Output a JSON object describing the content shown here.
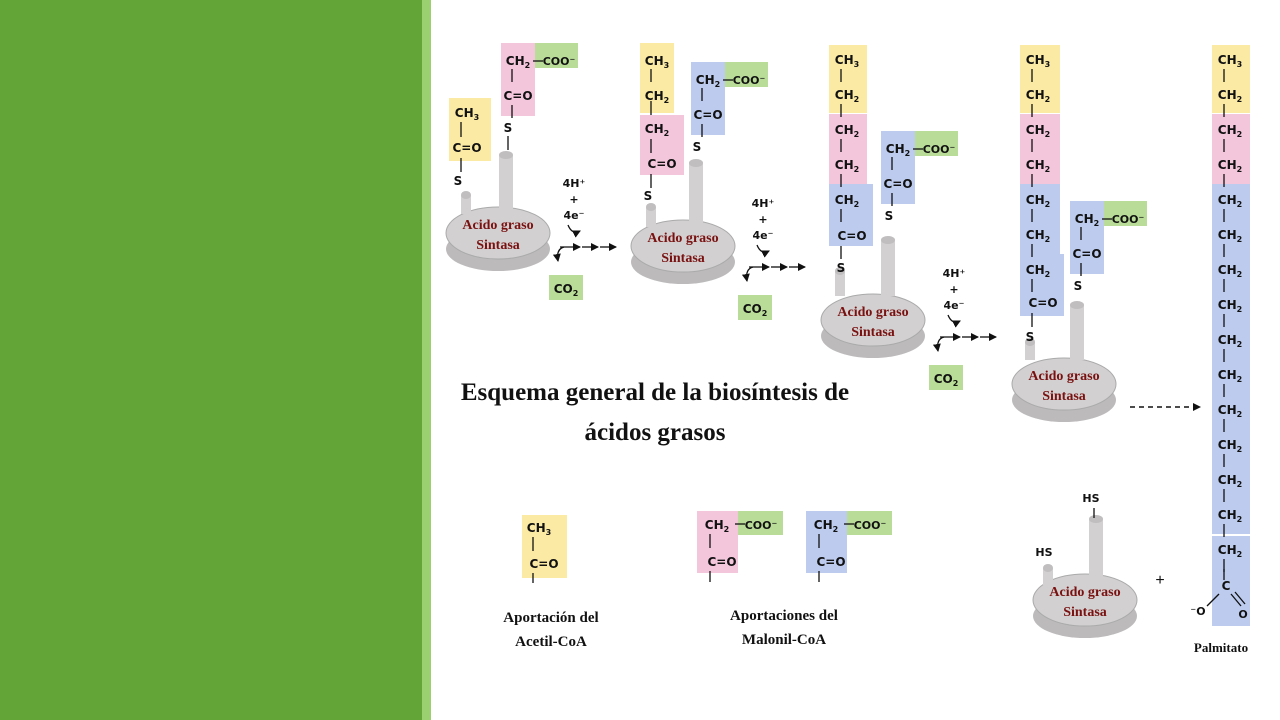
{
  "slide": {
    "title_line1": "Esquema general de la biosíntesis de",
    "title_line2": "ácidos grasos"
  },
  "colors": {
    "sidebar": "#63a537",
    "sidebar_edge": "#9bd070",
    "acetyl_box": "#fbeaa4",
    "malonyl_pink_box": "#f4c6dc",
    "malonyl_blue_box": "#bccbee",
    "carboxyl_box": "#b9dd98",
    "enzyme": "#d2d0d0"
  },
  "enzyme": {
    "label_line1": "Acido graso",
    "label_line2": "Sintasa"
  },
  "chem": {
    "ch3": "CH3",
    "ch2": "CH2",
    "co": "C=O",
    "coo": "COO⁻",
    "s": "S",
    "hs": "HS",
    "co2": "CO2",
    "h4": "4H⁺",
    "plus": "+",
    "e4": "4e⁻",
    "o_minus": "⁻O",
    "o": "O",
    "c": "C"
  },
  "legend": {
    "acetyl_line1": "Aportación del",
    "acetyl_line2": "Acetil-CoA",
    "malonyl_line1": "Aportaciones del",
    "malonyl_line2": "Malonil-CoA"
  },
  "product": {
    "label": "Palmitato"
  }
}
